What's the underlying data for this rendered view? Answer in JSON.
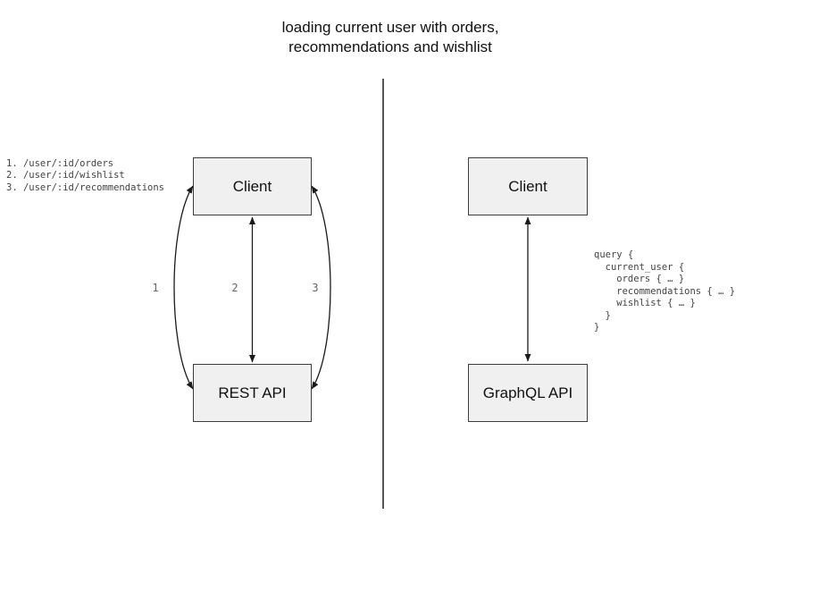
{
  "title": {
    "line1": "loading current user with orders,",
    "line2": "recommendations and wishlist"
  },
  "rest_side": {
    "endpoints": [
      "1. /user/:id/orders",
      "2. /user/:id/wishlist",
      "3. /user/:id/recommendations"
    ],
    "client_box_label": "Client",
    "api_box_label": "REST API",
    "arrow_labels": [
      "1",
      "2",
      "3"
    ]
  },
  "graphql_side": {
    "client_box_label": "Client",
    "api_box_label": "GraphQL API",
    "query_lines": [
      "query {",
      "  current_user {",
      "    orders { … }",
      "    recommendations { … }",
      "    wishlist { … }",
      "  }",
      "}"
    ]
  },
  "colors": {
    "box_fill": "#f0f0f0",
    "box_border": "#3d3d3d",
    "arrow": "#1a1a1a",
    "divider": "#555555",
    "arrow_label_text": "#666666",
    "code_text": "#424242",
    "title_text": "#111111"
  }
}
